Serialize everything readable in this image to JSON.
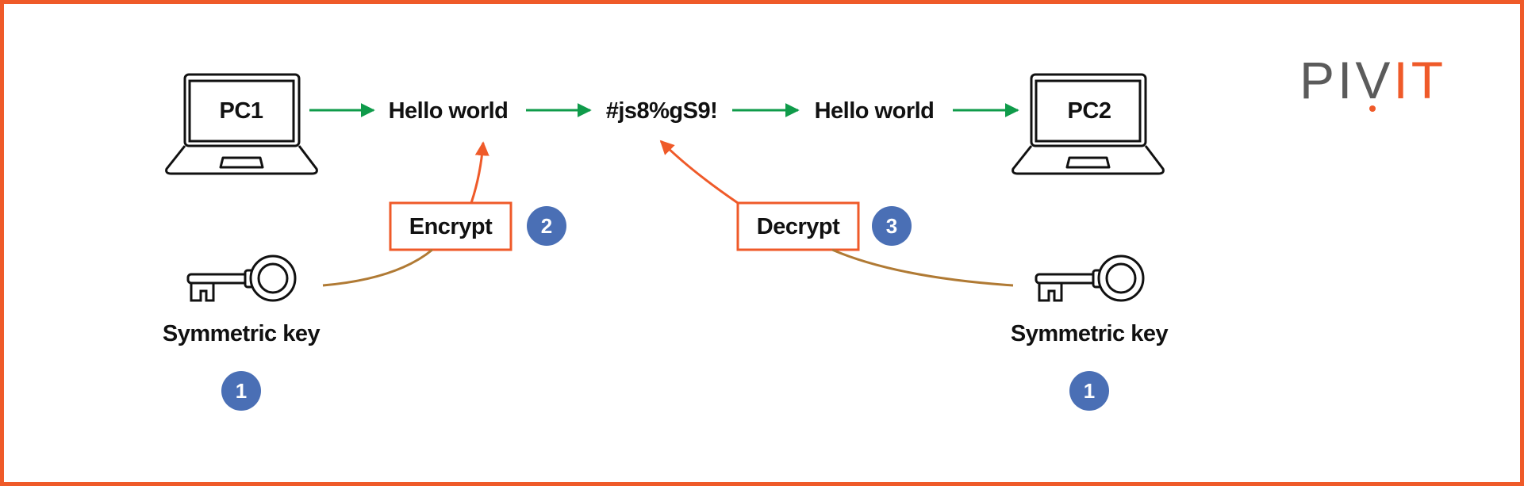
{
  "colors": {
    "border": "#ef5a29",
    "flow_arrow": "#0f9b4a",
    "action_arrow": "#ef5a29",
    "key_link": "#b07a34",
    "badge": "#4a6fb5",
    "logo_gray": "#5b5b5b",
    "logo_orange": "#ef5a29"
  },
  "logo": {
    "part1": "PIV",
    "part2": "IT"
  },
  "nodes": {
    "pc1": "PC1",
    "plaintext1": "Hello world",
    "ciphertext": "#js8%gS9!",
    "plaintext2": "Hello world",
    "pc2": "PC2"
  },
  "actions": {
    "encrypt": {
      "label": "Encrypt",
      "step": "2"
    },
    "decrypt": {
      "label": "Decrypt",
      "step": "3"
    }
  },
  "keys": [
    {
      "label": "Symmetric key",
      "step": "1",
      "icon": "key-icon"
    },
    {
      "label": "Symmetric key",
      "step": "1",
      "icon": "key-icon"
    }
  ]
}
